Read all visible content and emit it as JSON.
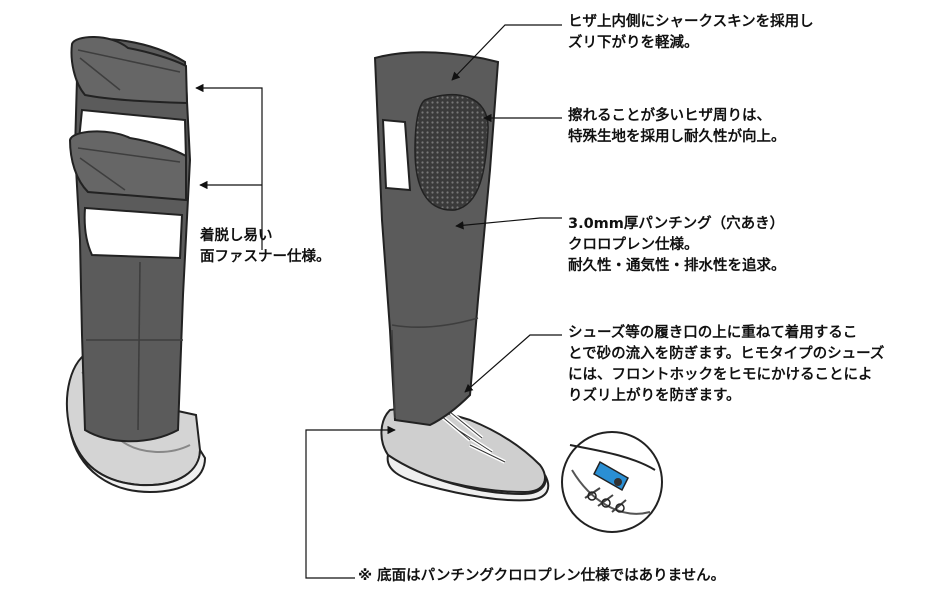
{
  "colors": {
    "legging": "#5b5b5b",
    "legging_dark": "#3e3e3e",
    "outline": "#222222",
    "shoe": "#cfcfcf",
    "sole": "#ececec",
    "knee_patch": "#2e2e2e",
    "hook_accent": "#2a8fd4"
  },
  "callouts": {
    "zipper": {
      "lines": [
        "着脱し易い",
        "面ファスナー仕様。"
      ]
    },
    "sharkskin": {
      "lines": [
        "ヒザ上内側にシャークスキンを採用し",
        "ズリ下がりを軽減。"
      ]
    },
    "knee": {
      "lines": [
        "擦れることが多いヒザ周りは、",
        "特殊生地を採用し耐久性が向上。"
      ]
    },
    "neoprene": {
      "lines": [
        "3.0mm厚パンチング（穴あき）",
        "クロロプレン仕様。",
        "耐久性・通気性・排水性を追求。"
      ]
    },
    "shoe_hook": {
      "lines": [
        "シューズ等の履き口の上に重ねて着用するこ",
        "とで砂の流入を防ぎます。ヒモタイプのシューズ",
        "には、フロントホックをヒモにかけることによ",
        "りズリ上がりを防ぎます。"
      ]
    },
    "footnote": {
      "lines": [
        "※ 底面はパンチングクロロプレン仕様ではありません。"
      ]
    }
  }
}
